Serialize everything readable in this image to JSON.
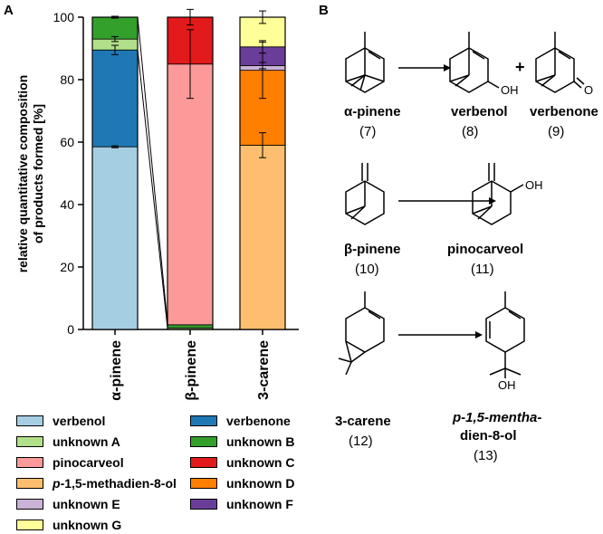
{
  "panel_a": "A",
  "panel_b": "B",
  "chart_data": {
    "type": "stacked-bar",
    "ylabel_line1": "relative quantitative composition",
    "ylabel_line2": "of products formed [%]",
    "ylim": [
      0,
      100
    ],
    "yticks": [
      0,
      20,
      40,
      60,
      80,
      100
    ],
    "categories": [
      "α-pinene",
      "β-pinene",
      "3-carene"
    ],
    "series": [
      {
        "name": "verbenol",
        "color": "#a6cee3",
        "values": [
          58.5,
          0,
          0
        ]
      },
      {
        "name": "verbenone",
        "color": "#1f78b4",
        "values": [
          31.0,
          0,
          0
        ]
      },
      {
        "name": "unknown A",
        "color": "#b2df8a",
        "values": [
          3.5,
          0.5,
          0
        ]
      },
      {
        "name": "unknown B",
        "color": "#33a02c",
        "values": [
          7.0,
          1.0,
          0
        ]
      },
      {
        "name": "pinocarveol",
        "color": "#fb9a99",
        "values": [
          0,
          83.5,
          0
        ]
      },
      {
        "name": "unknown C",
        "color": "#e31a1c",
        "values": [
          0,
          15.0,
          0
        ]
      },
      {
        "name": "p-1,5-methadien-8-ol",
        "color": "#fdbf6f",
        "values": [
          0,
          0,
          59.0
        ]
      },
      {
        "name": "unknown D",
        "color": "#ff7f00",
        "values": [
          0,
          0,
          24.0
        ]
      },
      {
        "name": "unknown E",
        "color": "#cab2d6",
        "values": [
          0,
          0,
          1.5
        ]
      },
      {
        "name": "unknown F",
        "color": "#6a3d9a",
        "values": [
          0,
          0,
          6.0
        ]
      },
      {
        "name": "unknown G",
        "color": "#ffff99",
        "values": [
          0,
          0,
          9.5
        ]
      }
    ],
    "error_bars": [
      {
        "bar": 0,
        "y": 58.5,
        "err": 0.3
      },
      {
        "bar": 0,
        "y": 89.5,
        "err": 1.5
      },
      {
        "bar": 0,
        "y": 93.0,
        "err": 0.8
      },
      {
        "bar": 0,
        "y": 100.0,
        "err": 0.3
      },
      {
        "bar": 1,
        "y": 85.0,
        "err": 11.0
      },
      {
        "bar": 1,
        "y": 100.0,
        "err": 2.5
      },
      {
        "bar": 2,
        "y": 59.0,
        "err": 4.0
      },
      {
        "bar": 2,
        "y": 83.0,
        "err": 9.0
      },
      {
        "bar": 2,
        "y": 84.5,
        "err": 1.0
      },
      {
        "bar": 2,
        "y": 90.5,
        "err": 2.0
      },
      {
        "bar": 2,
        "y": 100.0,
        "err": 2.0
      }
    ]
  },
  "legend": [
    {
      "label": "verbenol",
      "color": "#a6cee3"
    },
    {
      "label": "verbenone",
      "color": "#1f78b4"
    },
    {
      "label": "unknown A",
      "color": "#b2df8a"
    },
    {
      "label": "unknown B",
      "color": "#33a02c"
    },
    {
      "label": "pinocarveol",
      "color": "#fb9a99"
    },
    {
      "label": "unknown C",
      "color": "#e31a1c"
    },
    {
      "label": "p-1,5-methadien-8-ol",
      "color": "#fdbf6f"
    },
    {
      "label": "unknown D",
      "color": "#ff7f00"
    },
    {
      "label": "unknown E",
      "color": "#cab2d6"
    },
    {
      "label": "unknown F",
      "color": "#6a3d9a"
    },
    {
      "label": "unknown G",
      "color": "#ffff99"
    }
  ],
  "reactions": {
    "plus": "+",
    "oh": "OH",
    "o": "O",
    "molecules": [
      {
        "name": "α-pinene",
        "number": "(7)"
      },
      {
        "name": "verbenol",
        "number": "(8)"
      },
      {
        "name": "verbenone",
        "number": "(9)"
      },
      {
        "name": "β-pinene",
        "number": "(10)"
      },
      {
        "name": "pinocarveol",
        "number": "(11)"
      },
      {
        "name": "3-carene",
        "number": "(12)"
      },
      {
        "name": "p-1,5-mentha-",
        "name2": "dien-8-ol",
        "number": "(13)"
      }
    ]
  }
}
